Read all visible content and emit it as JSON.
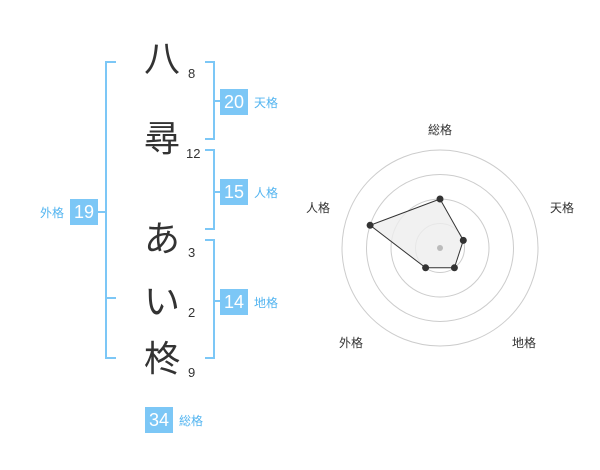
{
  "name": {
    "chars": [
      {
        "char": "八",
        "strokes": "8"
      },
      {
        "char": "尋",
        "strokes": "12"
      },
      {
        "char": "あ",
        "strokes": "3"
      },
      {
        "char": "い",
        "strokes": "2"
      },
      {
        "char": "柊",
        "strokes": "9"
      }
    ]
  },
  "kaku": {
    "tenkaku": {
      "value": "20",
      "label": "天格"
    },
    "jinkaku": {
      "value": "15",
      "label": "人格"
    },
    "chikaku": {
      "value": "14",
      "label": "地格"
    },
    "gaikaku": {
      "value": "19",
      "label": "外格"
    },
    "soukaku": {
      "value": "34",
      "label": "総格"
    }
  },
  "chart_data": {
    "type": "radar",
    "axes": [
      "総格",
      "天格",
      "地格",
      "外格",
      "人格"
    ],
    "values": [
      2,
      1,
      1,
      1,
      3
    ],
    "max": 4,
    "rings": 4,
    "colors": {
      "ring": "#cccccc",
      "line": "#333333",
      "fill": "#eeeeee",
      "point": "#333333",
      "center": "#bbbbbb"
    }
  }
}
